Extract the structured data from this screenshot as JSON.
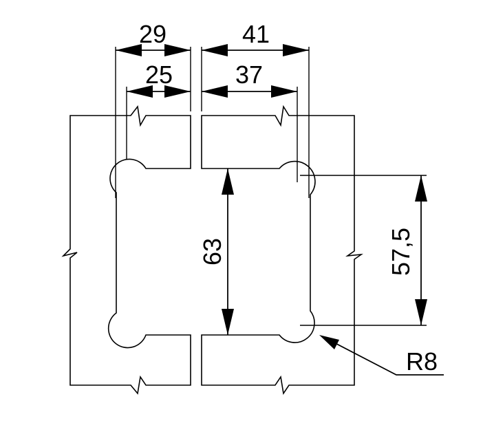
{
  "dimensions": {
    "top_outer_left": "29",
    "top_inner_left": "25",
    "top_outer_right": "41",
    "top_inner_right": "37",
    "vertical_gap": "63",
    "vertical_right": "57,5",
    "radius": "R8"
  }
}
